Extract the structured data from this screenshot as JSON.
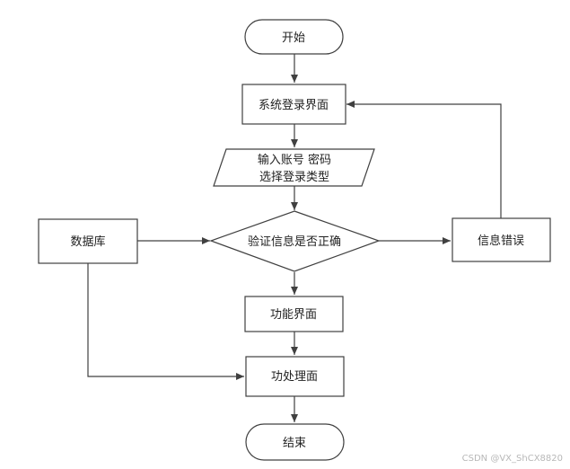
{
  "nodes": {
    "start": "开始",
    "login": "系统登录界面",
    "input_line1": "输入账号 密码",
    "input_line2": "选择登录类型",
    "verify": "验证信息是否正确",
    "database": "数据库",
    "error": "信息错误",
    "function": "功能界面",
    "process": "功处理面",
    "end": "结束"
  },
  "watermark": "CSDN @VX_ShCX8820",
  "colors": {
    "stroke": "#404040",
    "fill": "#ffffff",
    "text": "#222222"
  }
}
